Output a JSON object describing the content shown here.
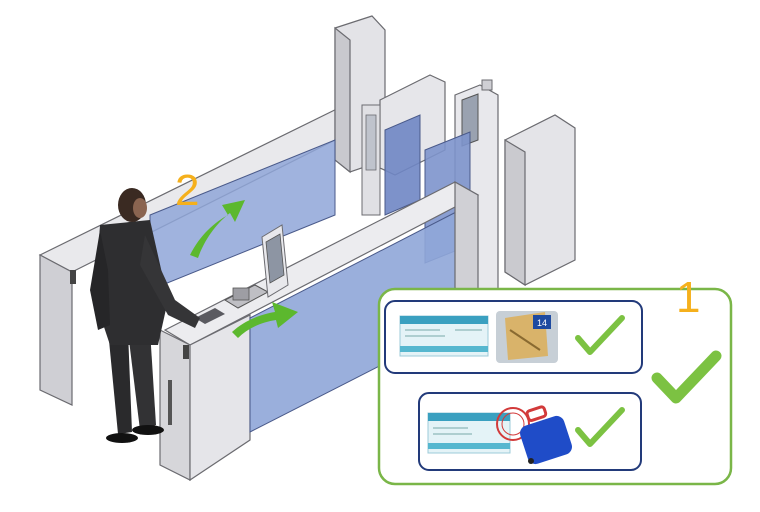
{
  "steps": {
    "step_two_label": "2",
    "step_one_label": "1"
  },
  "checks": {
    "boarding_pass_and_gate": "approved",
    "boarding_pass_and_baggage": "approved",
    "overall": "approved"
  },
  "colors": {
    "step_label": "#f5b01c",
    "arrow_green": "#5cb82e",
    "check_green": "#7cc242",
    "outer_frame": "#7ab648",
    "inner_frame": "#223a7a",
    "glass_blue": "#8fa6d8",
    "gate_metal": "#d9d9dc"
  }
}
